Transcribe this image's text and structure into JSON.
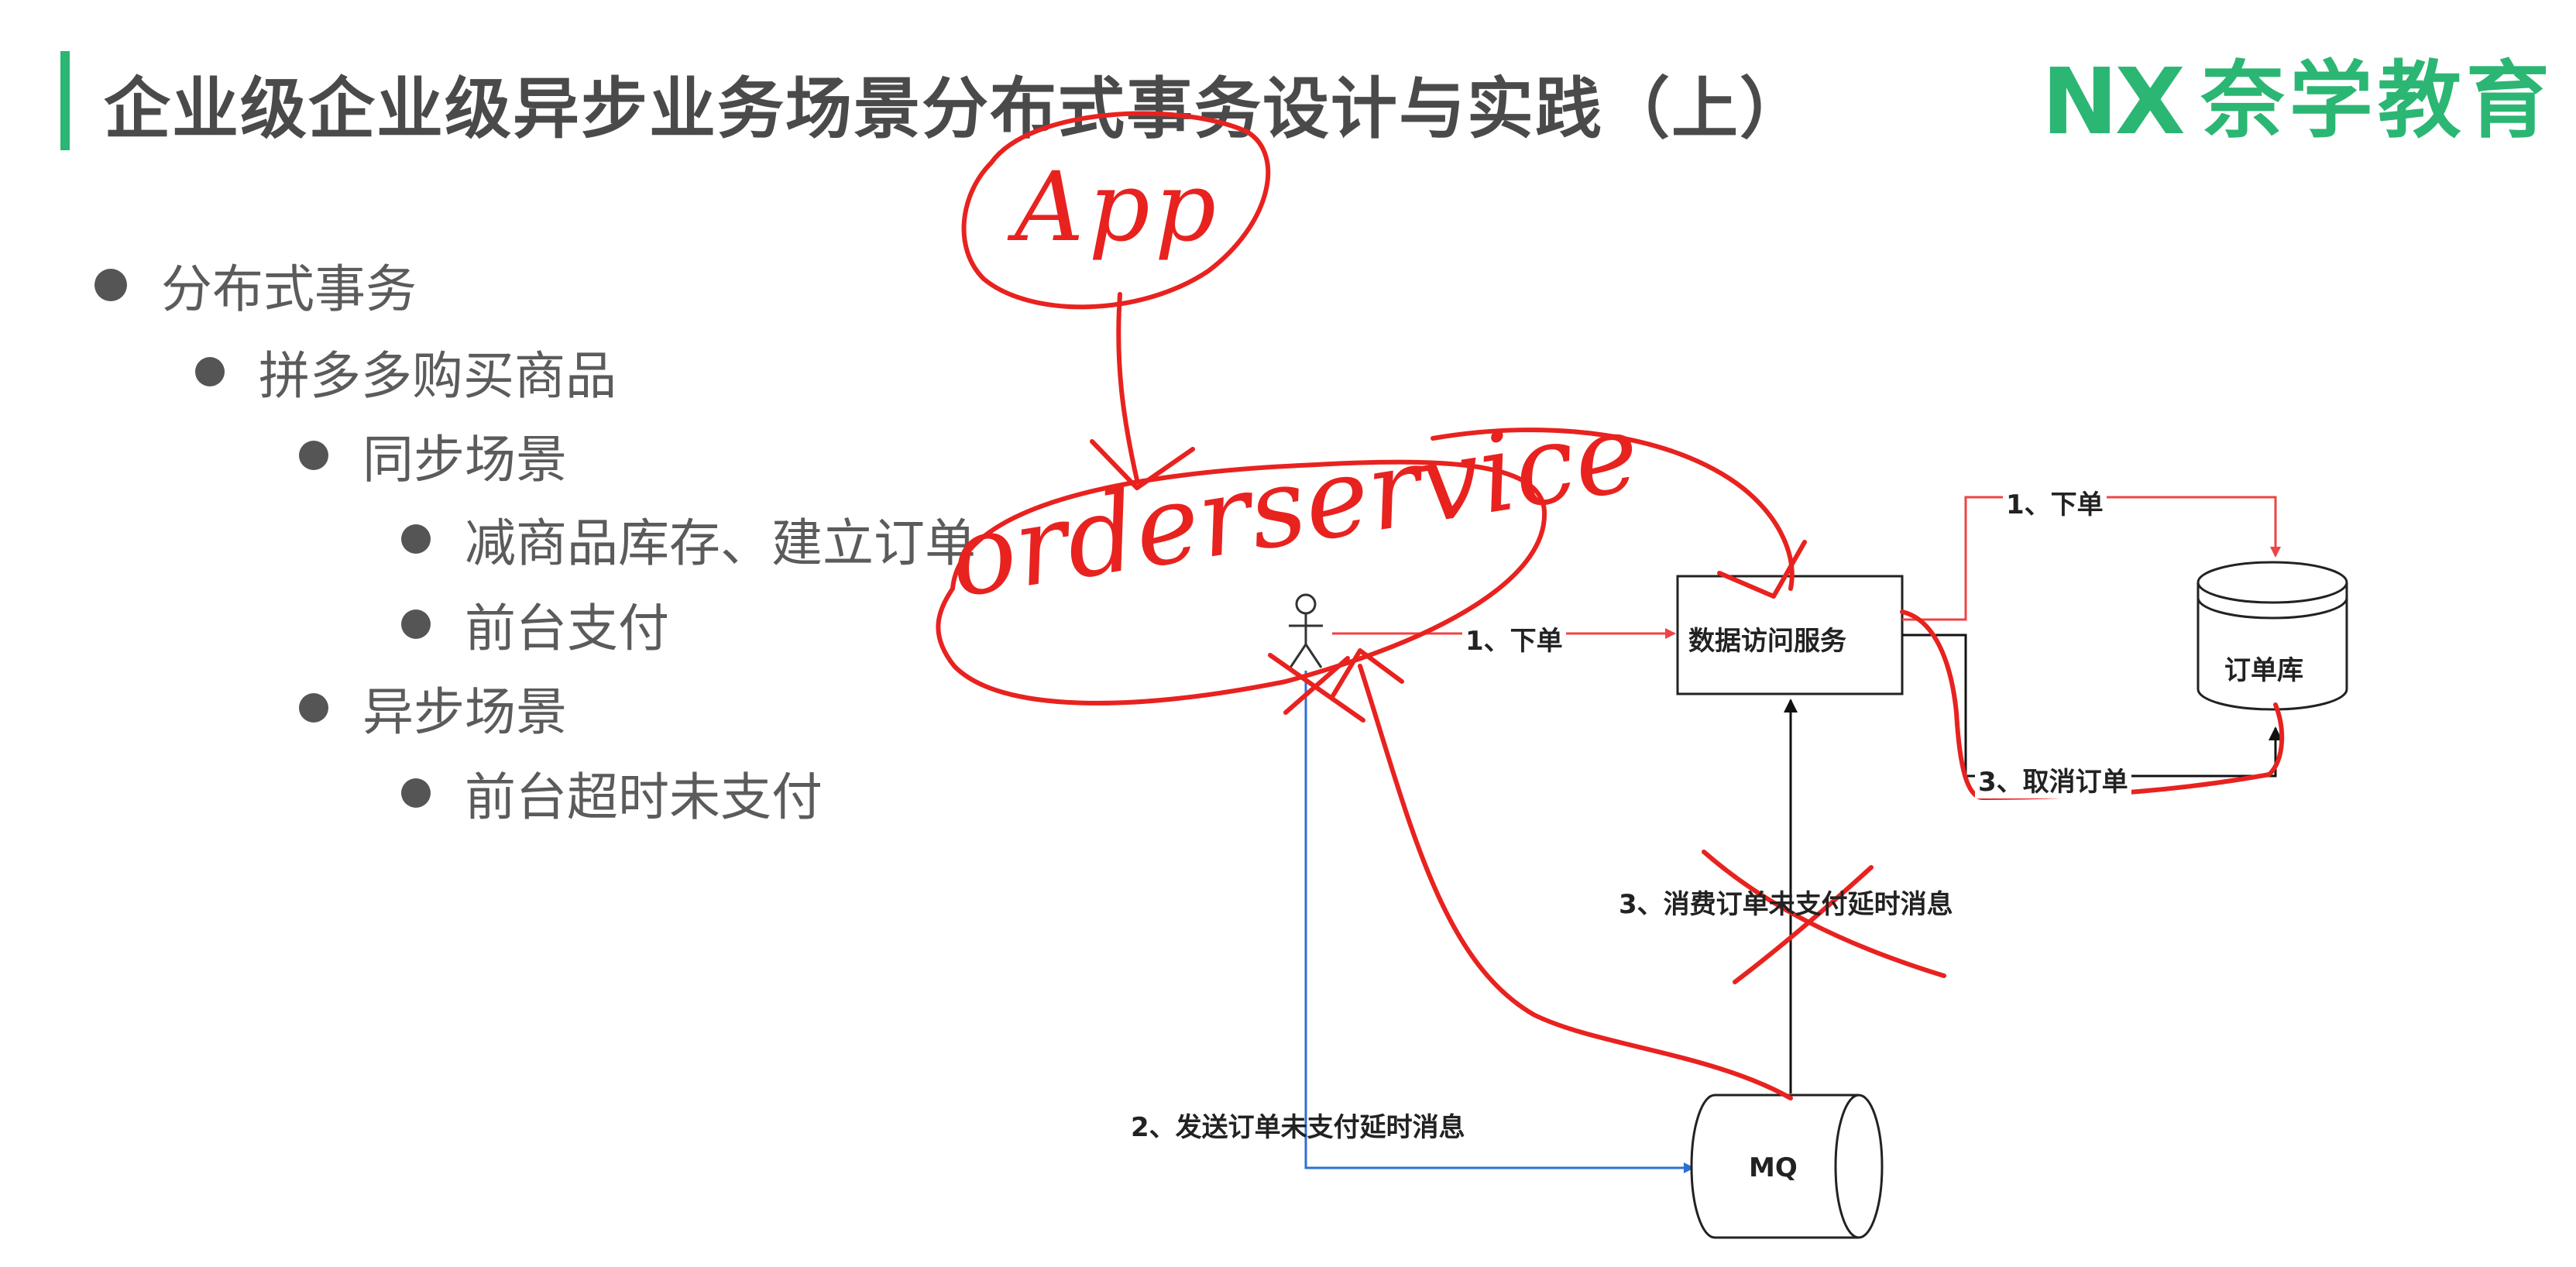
{
  "header": {
    "title": "企业级企业级异步业务场景分布式事务设计与实践（上）",
    "logo_mark": "NX",
    "logo_text": "奈学教育",
    "accent_color": "#2bb673"
  },
  "outline": [
    {
      "label": "分布式事务",
      "level": 1
    },
    {
      "label": "拼多多购买商品",
      "level": 2
    },
    {
      "label": "同步场景",
      "level": 3
    },
    {
      "label": "减商品库存、建立订单",
      "level": 4
    },
    {
      "label": "前台支付",
      "level": 4
    },
    {
      "label": "异步场景",
      "level": 3
    },
    {
      "label": "前台超时未支付",
      "level": 4
    }
  ],
  "diagram": {
    "nodes": {
      "data_service": "数据访问服务",
      "order_db": "订单库",
      "mq": "MQ"
    },
    "edges": {
      "place_order_to_service": "1、下单",
      "place_order_to_db": "1、下单",
      "cancel_order": "3、取消订单",
      "consume_delay_msg": "3、消费订单未支付延时消息",
      "send_delay_msg": "2、发送订单未支付延时消息"
    },
    "annotations": {
      "app": "App",
      "order_service": "orderservice"
    },
    "colors": {
      "red_annotation": "#e8221f",
      "red_arrow": "#ee4444",
      "blue_arrow": "#2d6fd6",
      "black": "#111111"
    }
  }
}
